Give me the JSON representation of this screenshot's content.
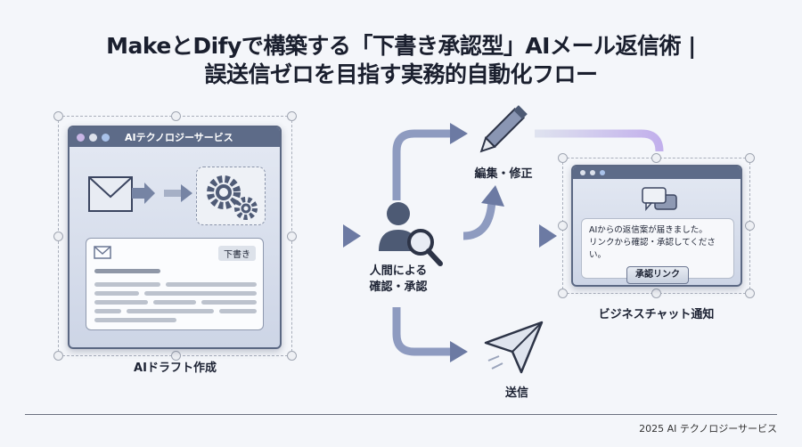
{
  "title": {
    "line1": "MakeとDifyで構築する「下書き承認型」AIメール返信術 |",
    "line2": "誤送信ゼロを目指す実務的自動化フロー"
  },
  "left_panel": {
    "window_title": "AIテクノロジーサービス",
    "draft_badge": "下書き",
    "caption": "AIドラフト作成",
    "icons": [
      "envelope-icon",
      "gears-icon"
    ]
  },
  "center": {
    "caption_line1": "人間による",
    "caption_line2": "確認・承認",
    "icon": "person-magnifier-icon"
  },
  "edit": {
    "caption": "編集・修正",
    "icon": "pencil-icon"
  },
  "send": {
    "caption": "送信",
    "icon": "paper-plane-icon"
  },
  "right_panel": {
    "message_line1": "AIからの返信案が届きました。",
    "message_line2": "リンクから確認・承認してください。",
    "button": "承認リンク",
    "caption": "ビジネスチャット通知",
    "icon": "chat-bubbles-icon"
  },
  "footer": {
    "text": "2025 AI テクノロジーサービス"
  },
  "colors": {
    "accent": "#5d6b88",
    "arrow": "#7d8bb0",
    "glow": "#c7b6ee"
  }
}
